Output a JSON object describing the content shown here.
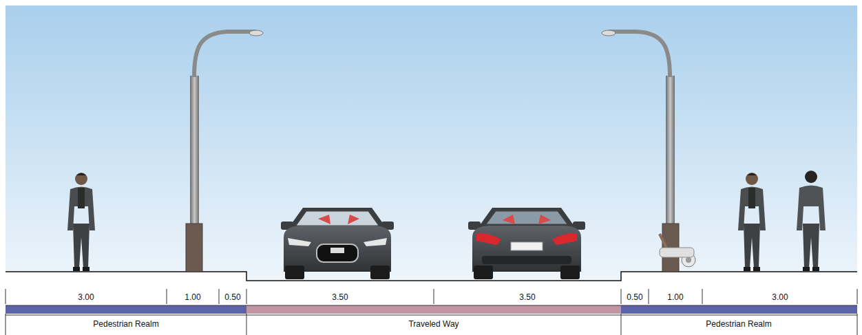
{
  "diagram": {
    "labels": [
      "3.00",
      "1.00",
      "0.50",
      "3.50",
      "3.50",
      "0.50",
      "1.00",
      "3.00",
      "Pedestrian Realm",
      "Traveled Way",
      "Pedestrian Realm"
    ]
  }
}
